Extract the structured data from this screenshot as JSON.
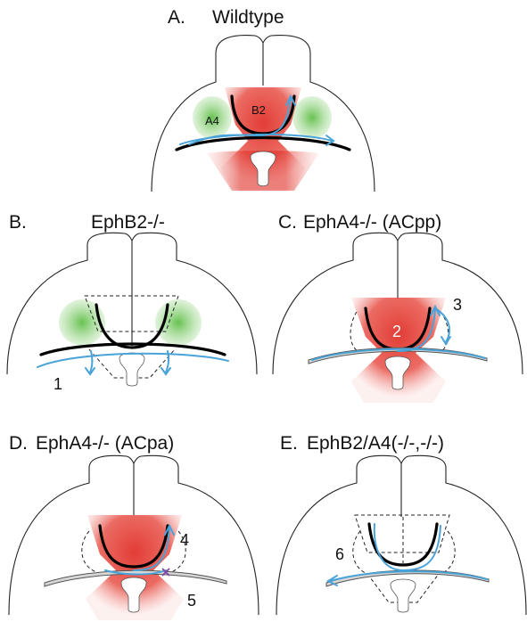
{
  "figure": {
    "panels": [
      {
        "letter": "A.",
        "title": "Wildtype",
        "labels": [
          "A4",
          "B2"
        ]
      },
      {
        "letter": "B.",
        "title": "EphB2-/-",
        "labels": [
          "1"
        ]
      },
      {
        "letter": "C.",
        "title": "EphA4-/- (ACpp)",
        "labels": [
          "2",
          "3"
        ]
      },
      {
        "letter": "D.",
        "title": "EphA4-/- (ACpa)",
        "labels": [
          "4",
          "5"
        ]
      },
      {
        "letter": "E.",
        "title": "EphB2/A4(-/-,-/-)",
        "labels": [
          "6"
        ]
      }
    ],
    "colors": {
      "ephb2_red": "#e0322a",
      "epha4_green": "#5fbf48",
      "axon_blue": "#4aa3d8",
      "block_purple": "#7a3fa0"
    }
  }
}
